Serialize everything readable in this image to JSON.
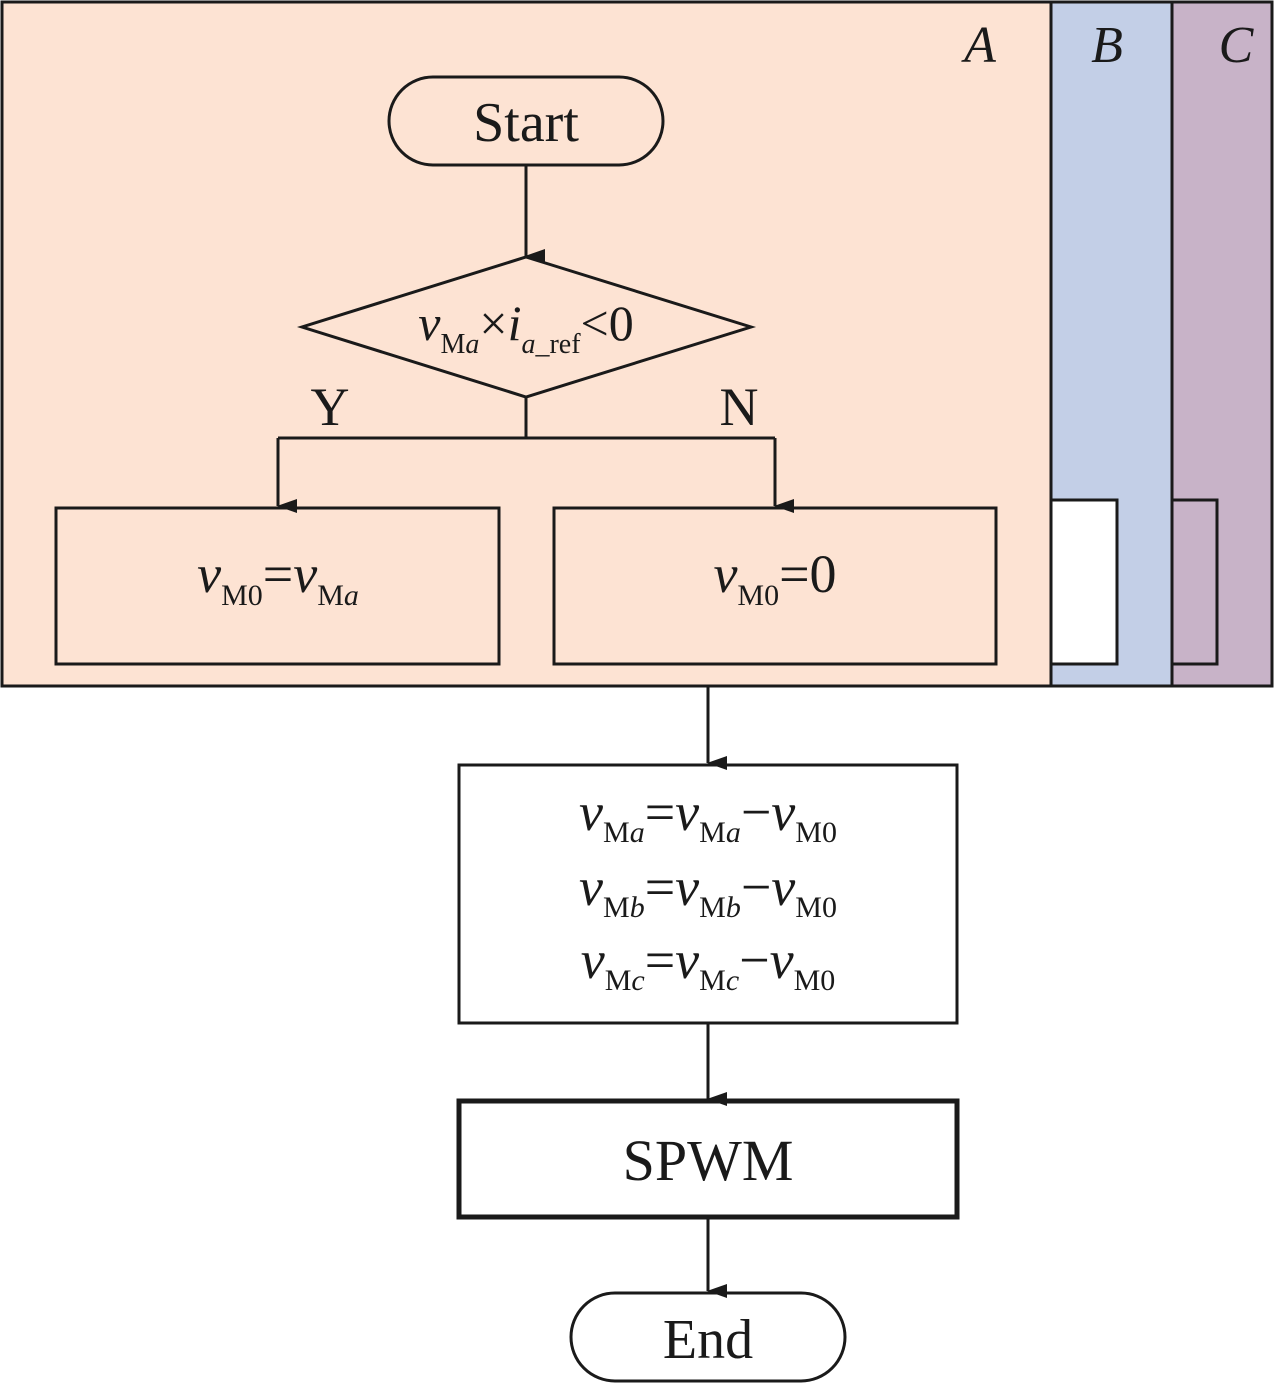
{
  "colors": {
    "panel_a": "#fde3d3",
    "panel_b": "#c3cfe7",
    "panel_c": "#c8b3c8",
    "stroke": "#1a1a1a",
    "box_fill": "#ffffff"
  },
  "panels": {
    "a_label": "A",
    "b_label": "B",
    "c_label": "C"
  },
  "nodes": {
    "start": "Start",
    "decision": {
      "v": "v",
      "v_sub_roman": "M",
      "v_sub_italic": "a",
      "times": "×",
      "i": "i",
      "i_sub_italic": "a",
      "i_sub_roman": "_ref",
      "rhs": "<0"
    },
    "yes_label": "Y",
    "no_label": "N",
    "yes_box": {
      "v": "v",
      "sub": "M0",
      "eq": "=",
      "v2": "v",
      "sub2_roman": "M",
      "sub2_italic": "a"
    },
    "no_box": {
      "v": "v",
      "sub": "M0",
      "rhs": "=0"
    },
    "update_box": [
      {
        "v": "v",
        "m": "M",
        "ph": "a",
        "eq": "=",
        "minus": "−",
        "sub0": "M0"
      },
      {
        "v": "v",
        "m": "M",
        "ph": "b",
        "eq": "=",
        "minus": "−",
        "sub0": "M0"
      },
      {
        "v": "v",
        "m": "M",
        "ph": "c",
        "eq": "=",
        "minus": "−",
        "sub0": "M0"
      }
    ],
    "spwm": "SPWM",
    "end": "End"
  }
}
